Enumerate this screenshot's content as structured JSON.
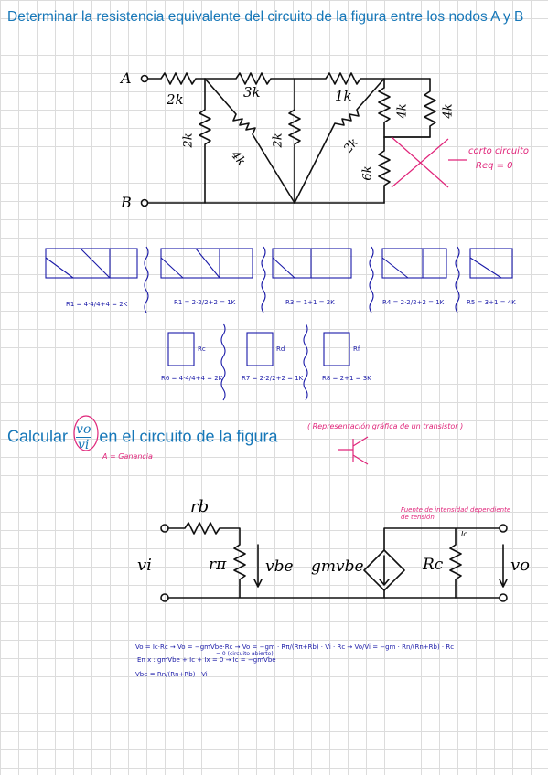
{
  "problem1": {
    "title": "Determinar la resistencia equivalente del circuito de la figura entre los nodos A y B",
    "node_a": "A",
    "node_b": "B",
    "resistors": [
      "2k",
      "3k",
      "1k",
      "2k",
      "4k",
      "2k",
      "2k",
      "6k",
      "4k",
      "4k"
    ],
    "annotation_short": "corto circuito",
    "annotation_req": "Req = 0"
  },
  "steps_row1": [
    "R1 = 4·4/4+4 = 2K",
    "R1 = 2·2/2+2 = 1K",
    "R3 = 1+1 = 2K",
    "R4 = 2·2/2+2 = 1K",
    "R5 = 3+1 = 4K"
  ],
  "steps_row2": [
    "R6 = 4·4/4+4 = 2K",
    "R7 = 2·2/2+2 = 1K",
    "R8 = 2+1 = 3K"
  ],
  "step_labels": [
    "Rc",
    "Rd",
    "Rf"
  ],
  "problem2": {
    "title_prefix": "Calcular",
    "title_suffix": "en el circuito de la figura",
    "frac_num": "vo",
    "frac_den": "vi",
    "gain_note": "A = Ganancia",
    "transistor_note": "( Representación gráfica de un transistor )",
    "source_note": "Fuente de intensidad dependiente de tensión",
    "labels": {
      "rb": "rb",
      "rpi": "rπ",
      "vi": "vi",
      "vbe": "vbe",
      "gm": "gmvbe",
      "rc": "Rc",
      "vo": "vo",
      "ic": "Ic"
    }
  },
  "equations": [
    "Vo = Ic·Rc → Vo = −gmVbe·Rc → Vo = −gm · Rπ/(Rπ+Rb) · Vi · Rc → Vo/Vi = −gm · Rn/(Rn+Rb) · Rc",
    "En x : gmVbe + Ic + Ix = 0 → Ic = −gmVbe",
    "Vbe = Rn/(Rn+Rb) · Vi"
  ],
  "equation_note": "= 0 (circuito abierto)"
}
